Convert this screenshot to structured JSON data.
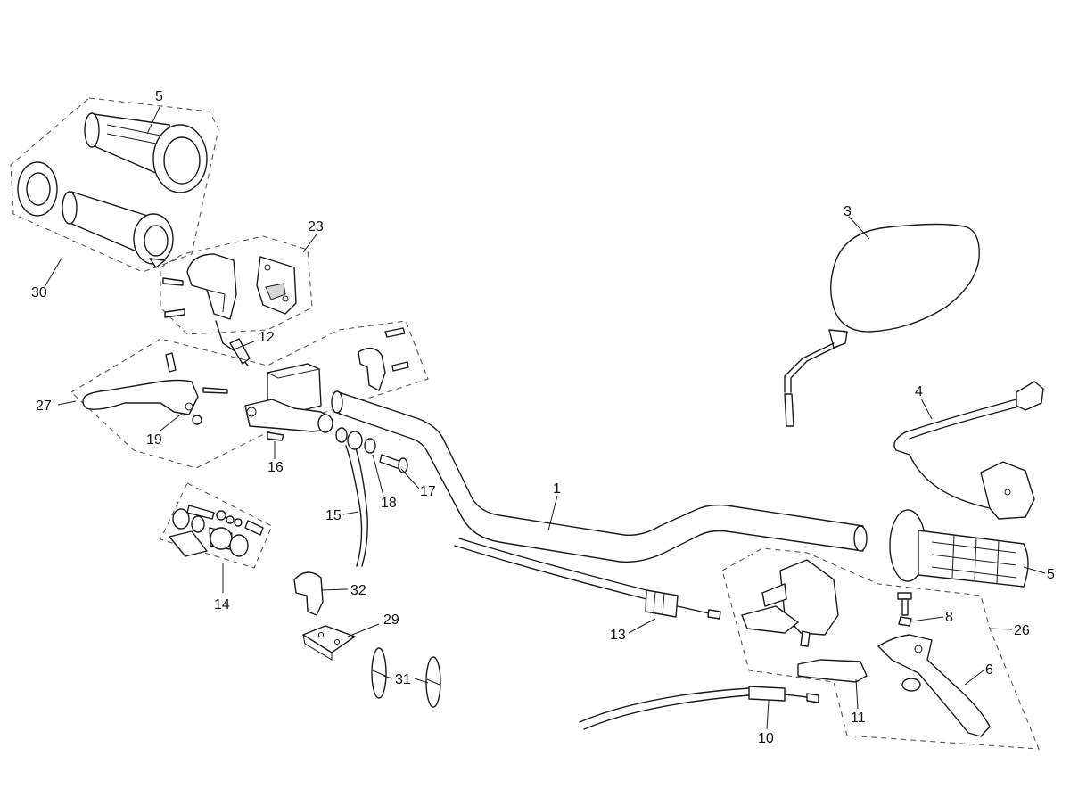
{
  "labels": {
    "n1": "1",
    "n3": "3",
    "n4": "4",
    "n5a": "5",
    "n5b": "5",
    "n6": "6",
    "n8": "8",
    "n10": "10",
    "n11": "11",
    "n12": "12",
    "n13": "13",
    "n14": "14",
    "n15": "15",
    "n16": "16",
    "n17": "17",
    "n18": "18",
    "n19": "19",
    "n23": "23",
    "n26": "26",
    "n27": "27",
    "n29": "29",
    "n30": "30",
    "n31": "31",
    "n32": "32"
  },
  "colors": {
    "stroke": "#1a1a1a",
    "group_outline": "#555555",
    "background": "#ffffff"
  }
}
